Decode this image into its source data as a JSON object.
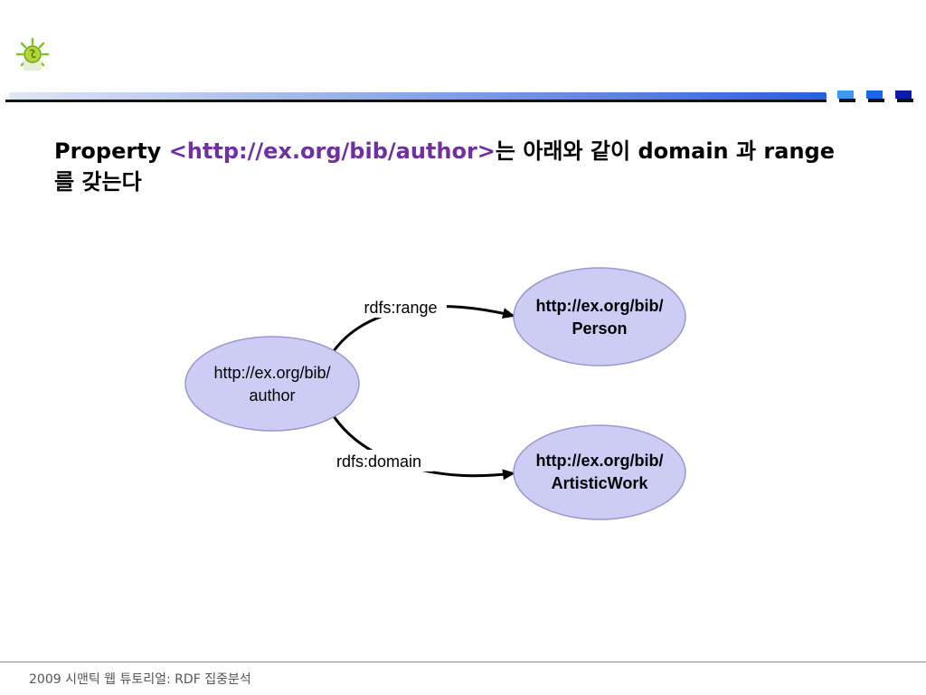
{
  "title": {
    "prefix": "Property ",
    "uri": "<http://ex.org/bib/author>",
    "suffix": "는 아래와 같이 domain 과 range를 갖는다"
  },
  "diagram": {
    "nodes": {
      "author": {
        "line1": "http://ex.org/bib/",
        "line2": "author"
      },
      "person": {
        "line1": "http://ex.org/bib/",
        "line2": "Person"
      },
      "artistic_work": {
        "line1": "http://ex.org/bib/",
        "line2": "ArtisticWork"
      }
    },
    "edges": {
      "range_label": "rdfs:range",
      "domain_label": "rdfs:domain"
    },
    "node_fill": "#ccccf5",
    "node_stroke": "#9999cc"
  },
  "header": {
    "logo_icon": "sun-icon",
    "square_colors": [
      "#3c9bf0",
      "#1a66e6",
      "#0e1aa8"
    ]
  },
  "footer": {
    "text": "2009 시맨틱 웹 튜토리얼: RDF 집중분석"
  }
}
